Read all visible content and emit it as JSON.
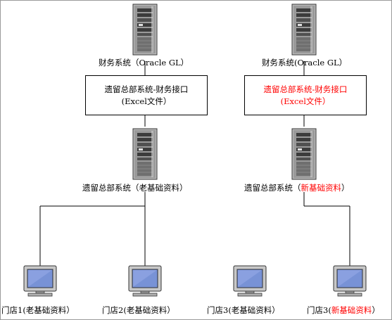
{
  "diagram": {
    "left": {
      "finance_system": "财务系统（Oracle GL）",
      "interface_line1": "遗留总部系统-财务接口",
      "interface_line2": "(Excel文件）",
      "legacy_hq": "遗留总部系统（老基础资料）"
    },
    "right": {
      "finance_system": "财务系统(Oracle GL）",
      "interface_line1": "遗留总部系统-财务接口",
      "interface_line2": "(Excel文件）",
      "legacy_hq_prefix": "遗留总部系统（",
      "legacy_hq_red": "新基础资料",
      "legacy_hq_suffix": "）"
    },
    "stores": {
      "store1": "门店1(老基础资料）",
      "store2": "门店2(老基础资料）",
      "store3_old": "门店3(老基础资料）",
      "store3_new_prefix": "门店3(",
      "store3_new_red": "新基础资料",
      "store3_new_suffix": "）"
    },
    "colors": {
      "line": "#000000",
      "highlight": "#ff0000",
      "server_body": "#8c8c8c",
      "monitor_screen": "#6e8bd8"
    },
    "icons": {
      "server": "server-tower-icon",
      "computer": "desktop-computer-icon"
    }
  }
}
